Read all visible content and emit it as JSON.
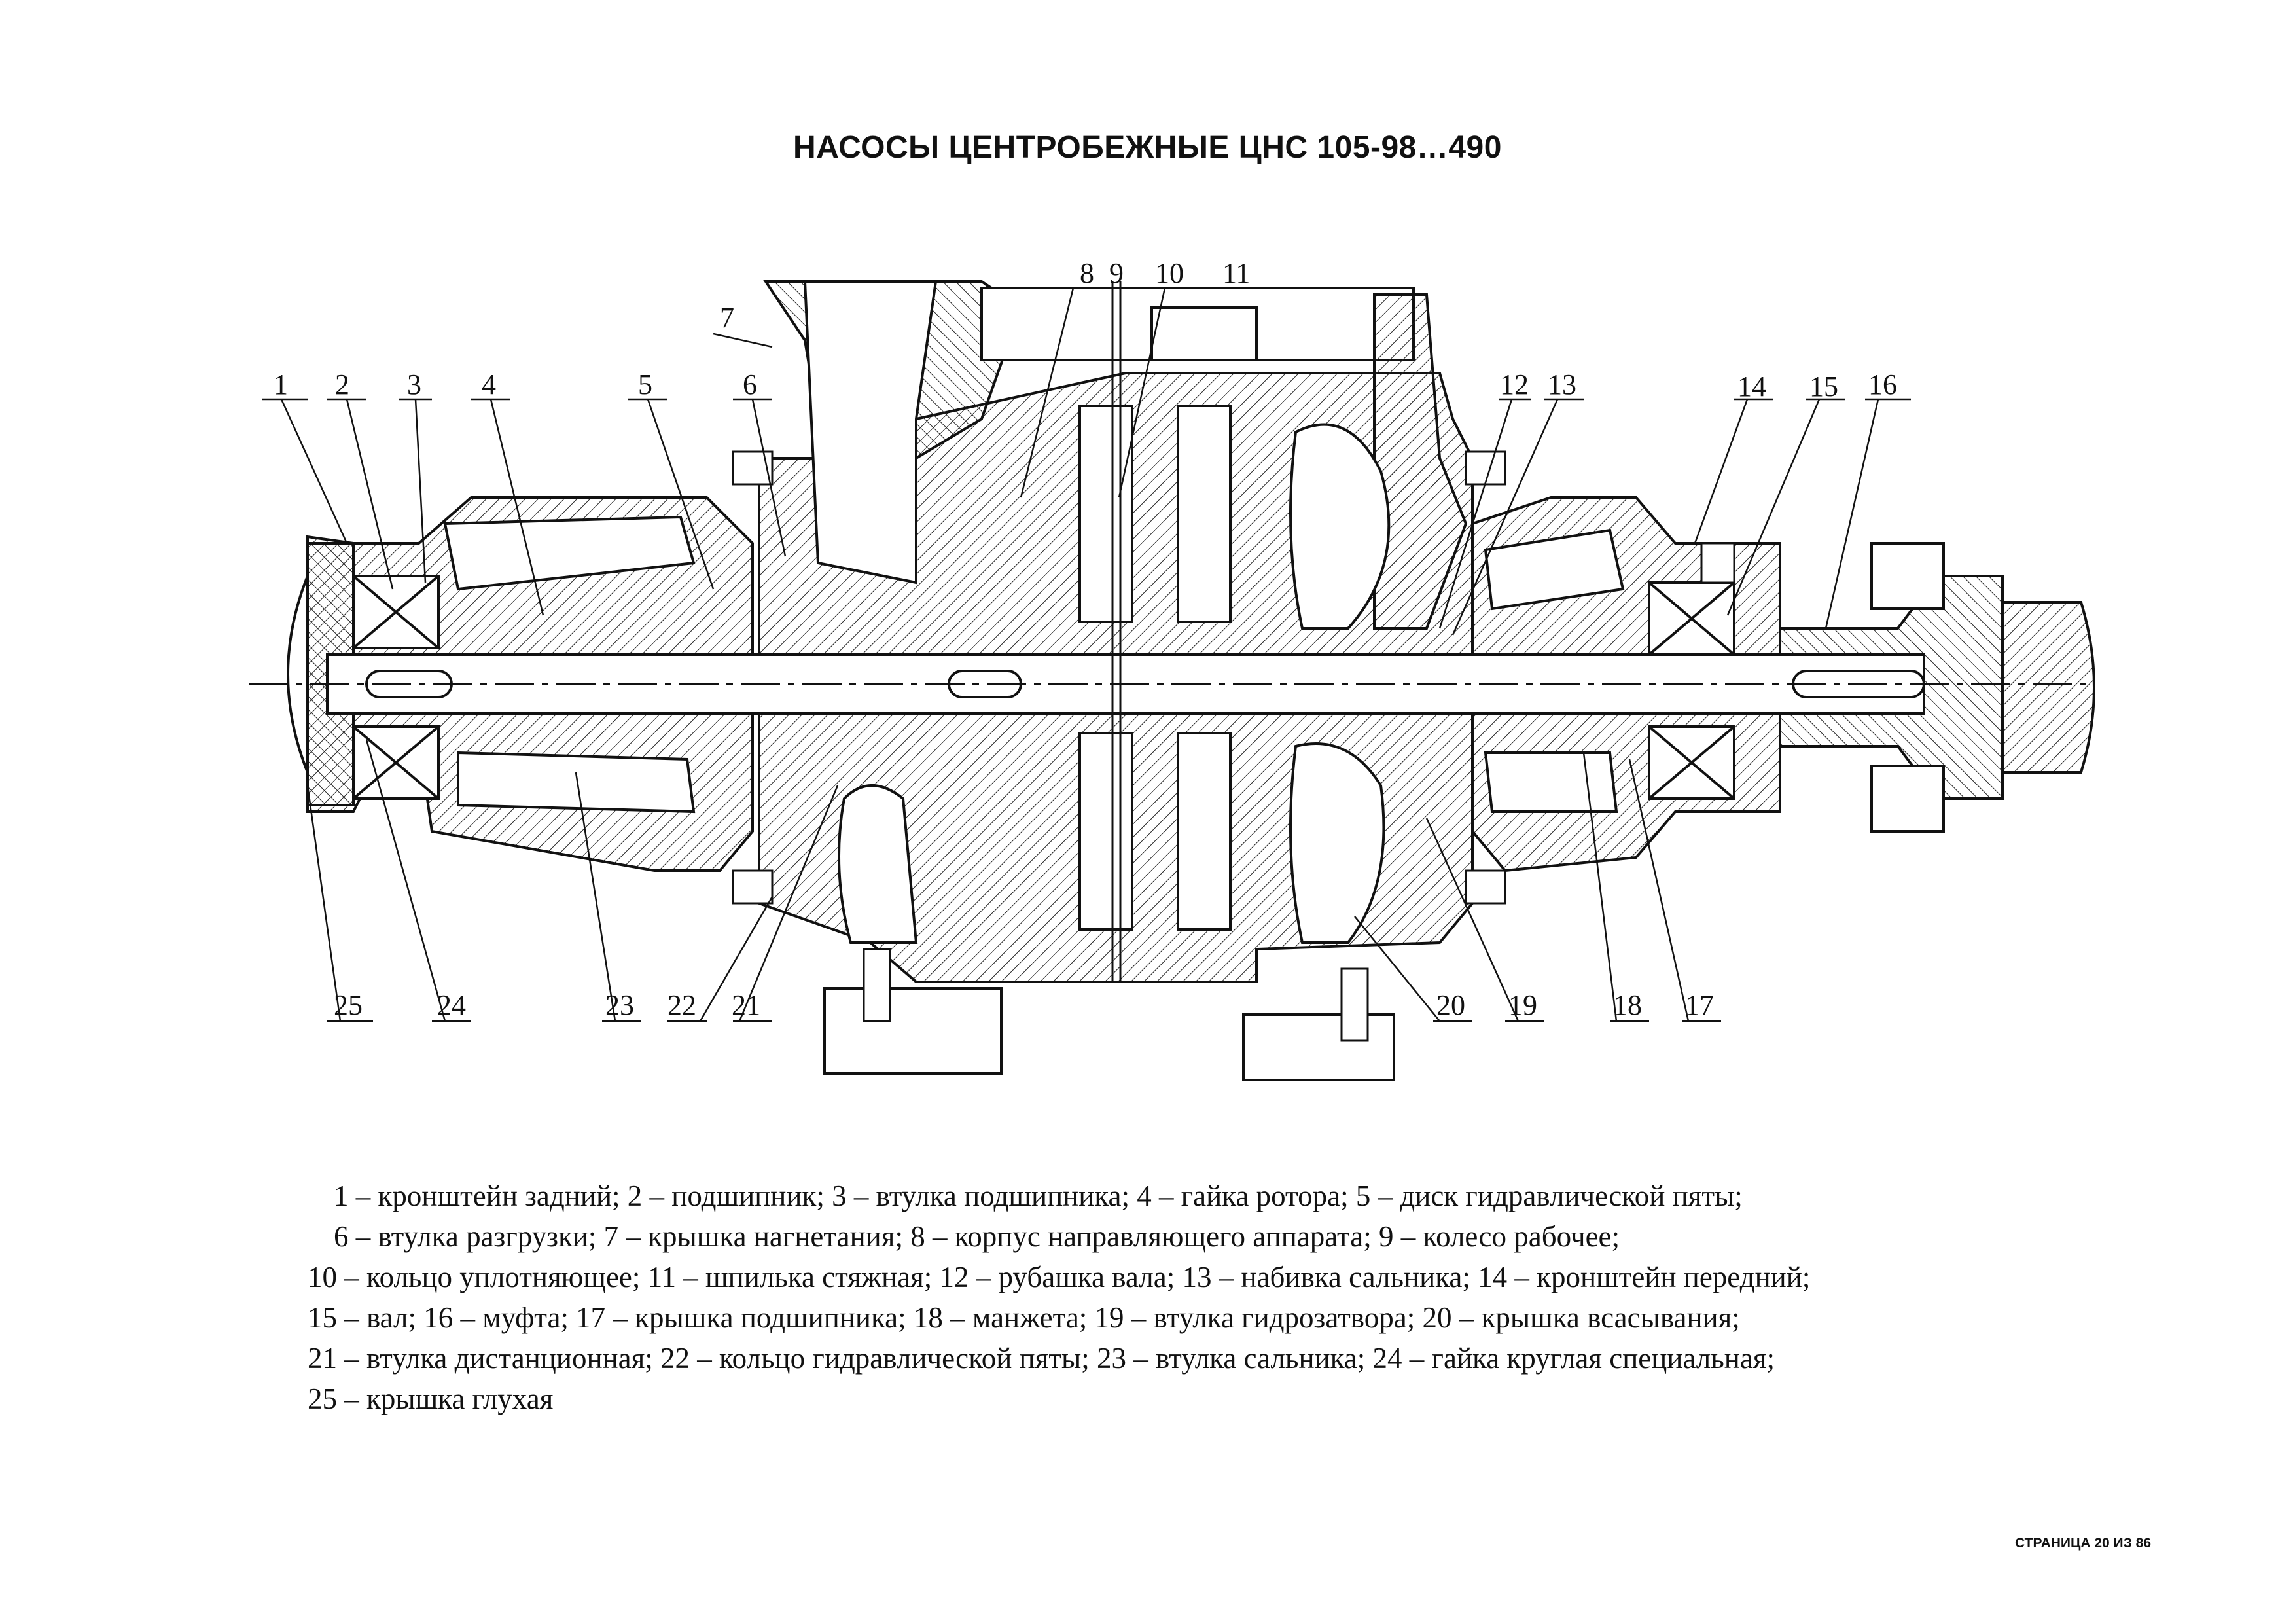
{
  "document": {
    "title": "НАСОСЫ ЦЕНТРОБЕЖНЫЕ ЦНС 105-98…490",
    "footer": "СТРАНИЦА 20 ИЗ 86"
  },
  "drawing": {
    "callouts_top": [
      "1",
      "2",
      "3",
      "4",
      "5",
      "6",
      "7",
      "8",
      "9",
      "10",
      "11",
      "12",
      "13",
      "14",
      "15",
      "16"
    ],
    "callouts_bottom": [
      "25",
      "24",
      "23",
      "22",
      "21",
      "20",
      "19",
      "18",
      "17"
    ]
  },
  "legend": {
    "lines": [
      "1 – кронштейн задний; 2 – подшипник; 3 – втулка подшипника; 4 – гайка ротора; 5 – диск гидравлической пяты;",
      "6 – втулка разгрузки; 7 – крышка нагнетания; 8 – корпус направляющего аппарата; 9 – колесо рабочее;",
      "10 – кольцо уплотняющее; 11 – шпилька стяжная; 12 – рубашка вала; 13 – набивка сальника; 14 – кронштейн передний;",
      "15 – вал;  16 – муфта; 17 – крышка подшипника; 18 – манжета; 19 – втулка гидрозатвора; 20 – крышка всасывания;",
      "21 – втулка дистанционная; 22 – кольцо гидравлической пяты; 23 – втулка сальника; 24 – гайка круглая специальная;",
      "25 – крышка глухая"
    ]
  }
}
